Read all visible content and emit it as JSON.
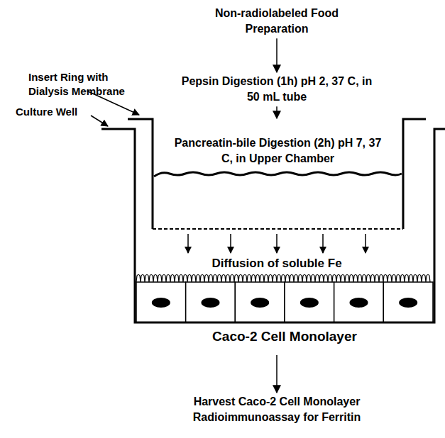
{
  "diagram": {
    "nodes": [
      {
        "text": [
          "Non-radiolabeled Food Preparation"
        ]
      },
      {
        "text": [
          "Pepsin Digestion (1h) pH 2, 37 C, in 50 mL tube"
        ]
      },
      {
        "text": [
          "Culture Well",
          "Caco-2 Cell Monolayer"
        ]
      },
      {
        "text": [
          "Insert Ring with Dialysis Membrane",
          "Pancreatin-bile Digestion (2h) pH 7, 37 C, in Upper Chamber"
        ],
        "in": 2
      },
      {
        "text": [
          "Harvest Caco-2 Cell Monolayer Radioimmunoassay for Ferritin"
        ]
      }
    ],
    "edges": [
      {
        "from": 0,
        "to": 1,
        "arrow": "to"
      },
      {
        "from": 1,
        "to": 3,
        "arrow": "to"
      },
      {
        "from": 2,
        "to": 4,
        "arrow": "to"
      }
    ],
    "labels": [
      "Diffusion of soluble Fe"
    ]
  }
}
